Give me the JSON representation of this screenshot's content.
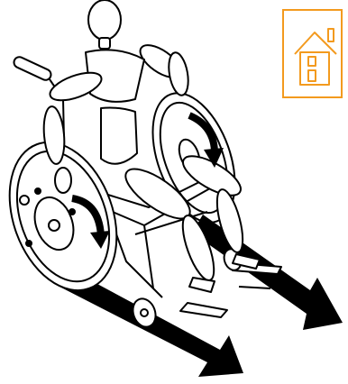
{
  "figure": {
    "subject": "mannequin-in-wheelchair",
    "motion": "wheelchair-rolling-forward",
    "arrows": {
      "rotation_count": 2,
      "direction_count": 2
    }
  },
  "badge": {
    "icon": "house-icon",
    "color": "#F39A1E"
  }
}
